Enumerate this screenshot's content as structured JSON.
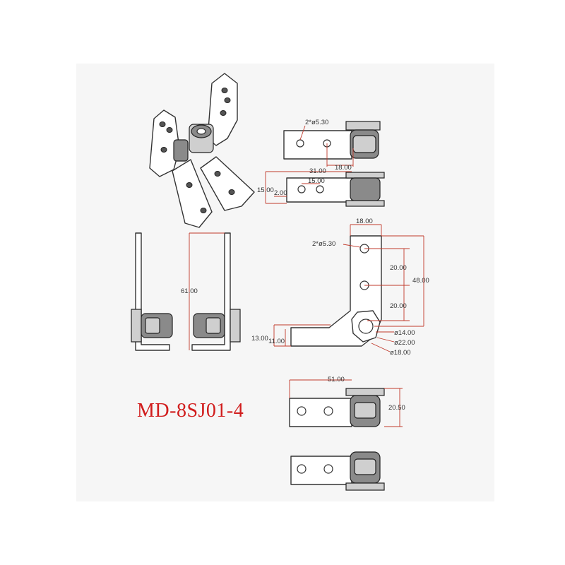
{
  "model_number": "MD-8SJ01-4",
  "colors": {
    "dimension": "#c0392b",
    "label": "#d11d1d",
    "outline": "#333333"
  },
  "dimensions": {
    "top_view_holes": "2*ø5.30",
    "top_view_span": "18.00",
    "mid_view_length": "31.00",
    "mid_view_hole_pitch": "15.00",
    "mid_view_height": "15.00",
    "mid_view_offset": "2.00",
    "side_view_height": "61.00",
    "front_width": "18.00",
    "front_holes": "2*ø5.30",
    "front_pitch_1": "20.00",
    "front_pitch_2": "20.00",
    "front_total": "48.00",
    "front_base": "13.00",
    "front_step": "11.00",
    "pivot_d1": "ø14.00",
    "pivot_d2": "ø22.00",
    "pivot_d3": "ø18.00",
    "bottom_length": "51.00",
    "bottom_height": "20.50"
  }
}
